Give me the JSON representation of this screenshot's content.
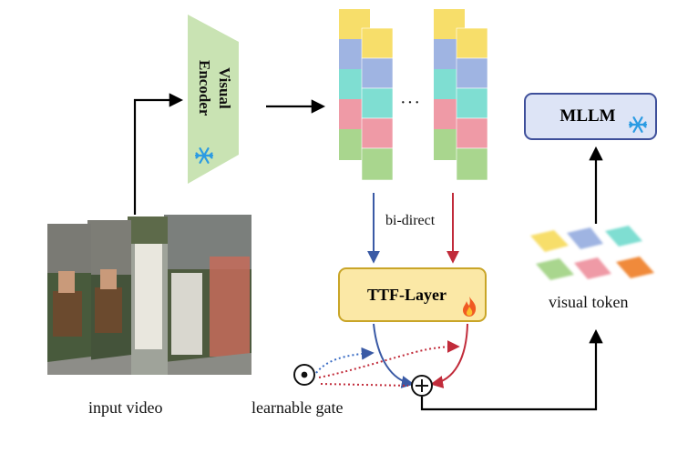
{
  "encoder": {
    "title": "Visual Encoder",
    "icon": "snowflake-icon"
  },
  "mllm": {
    "label": "MLLM",
    "icon": "snowflake-icon"
  },
  "ttf": {
    "label": "TTF-Layer",
    "icon": "fire-icon"
  },
  "labels": {
    "bi_direct": "bi-direct",
    "ellipsis": "···",
    "visual_token": "visual token",
    "input_video": "input video",
    "learnable_gate": "learnable gate"
  },
  "colors": {
    "encoder_fill": "#c9e3b3",
    "token_yellow": "#f7de6a",
    "token_blue": "#9fb4e2",
    "token_cyan": "#7fded2",
    "token_red": "#ef9aa6",
    "token_green": "#a9d68e",
    "token_orange": "#f08a3a",
    "arrow_blue": "#3a5aa5",
    "arrow_red": "#c12b3a",
    "mllm_fill": "#dde4f6",
    "ttf_fill": "#fbe8a6"
  }
}
